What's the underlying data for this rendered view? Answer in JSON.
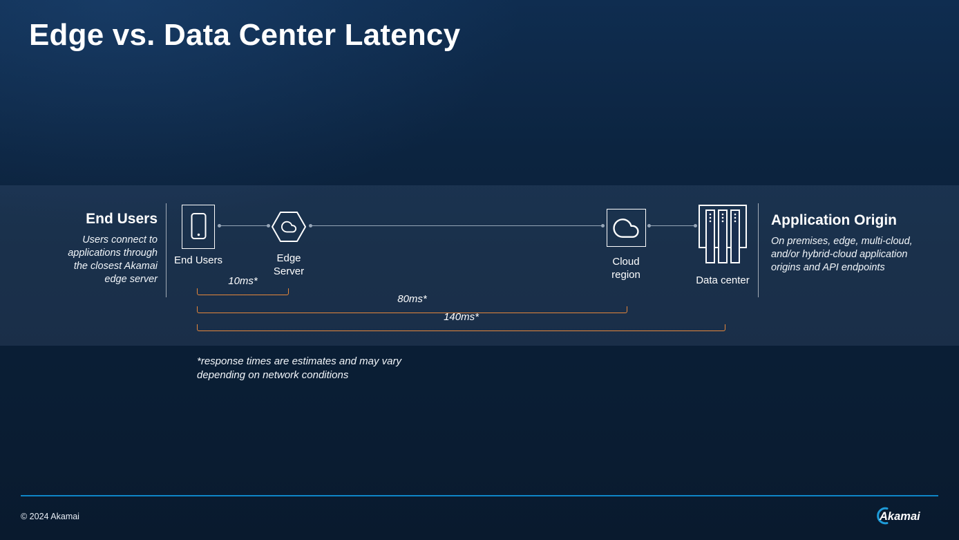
{
  "title": "Edge vs. Data Center Latency",
  "left_panel": {
    "heading": "End Users",
    "description": "Users connect to applications through the closest Akamai edge server"
  },
  "right_panel": {
    "heading": "Application Origin",
    "description": "On premises, edge, multi-cloud, and/or hybrid-cloud application origins and API endpoints"
  },
  "nodes": [
    {
      "id": "end-users",
      "icon": "smartphone-icon",
      "label": "End Users"
    },
    {
      "id": "edge-server",
      "icon": "edge-hexagon-cloud-icon",
      "label": "Edge Server"
    },
    {
      "id": "cloud-region",
      "icon": "cloud-icon",
      "label": "Cloud region"
    },
    {
      "id": "data-center",
      "icon": "server-racks-icon",
      "label": "Data center"
    }
  ],
  "latency_brackets": [
    {
      "from": "end-users",
      "to": "edge-server",
      "label": "10ms*"
    },
    {
      "from": "end-users",
      "to": "cloud-region",
      "label": "80ms*"
    },
    {
      "from": "end-users",
      "to": "data-center",
      "label": "140ms*"
    }
  ],
  "footnote": "*response times are estimates and may vary\ndepending on network conditions",
  "footer": {
    "copyright": "© 2024 Akamai",
    "logo": "Akamai"
  },
  "colors": {
    "accent_orange": "#E5873B",
    "footer_rule_blue": "#0E86C8",
    "logo_swoosh_blue": "#1E9BD8",
    "background_navy": "#0C2440",
    "connector_gray": "#97A6B8"
  }
}
